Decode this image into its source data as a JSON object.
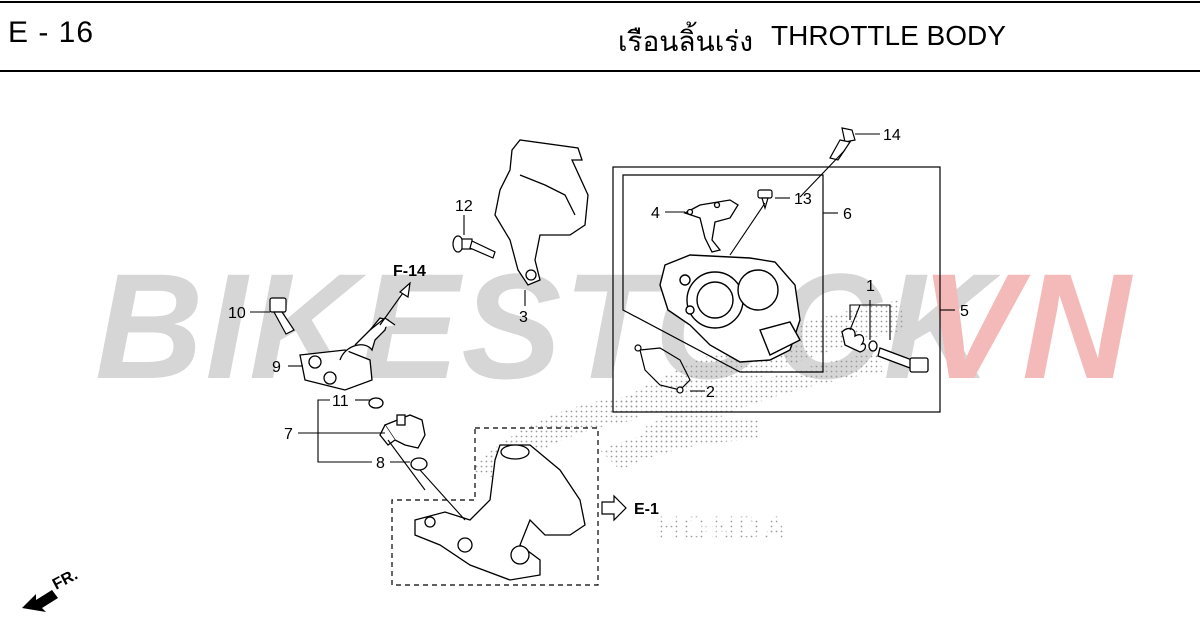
{
  "header": {
    "page_code": "E - 16",
    "title_thai": "เรือนลิ้นเร่ง",
    "title_en": "THROTTLE BODY"
  },
  "watermark": {
    "text_main": "BIKESTOCK",
    "text_accent": "VN",
    "color_main": "#d4d4d4",
    "color_accent": "#f4b6b6"
  },
  "diagram": {
    "callouts": {
      "c1": "1",
      "c2": "2",
      "c3": "3",
      "c4": "4",
      "c5": "5",
      "c6": "6",
      "c7": "7",
      "c8": "8",
      "c9": "9",
      "c10": "10",
      "c11": "11",
      "c12": "12",
      "c13": "13",
      "c14": "14"
    },
    "refs": {
      "f14": "F-14",
      "e1": "E-1",
      "fr": "FR."
    },
    "logo_text": "HONDA"
  }
}
